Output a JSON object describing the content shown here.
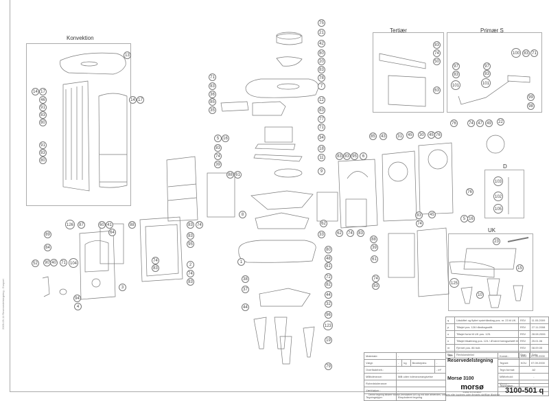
{
  "sections": {
    "konvektion": "Konvektion",
    "tertiaer": "Tertiær",
    "primaer_s": "Primær S",
    "d": "D",
    "uk": "UK"
  },
  "balloons": [
    {
      "id": "b13",
      "text": "13"
    },
    {
      "id": "b1417a",
      "text": "14"
    },
    {
      "id": "b17a",
      "text": "17"
    },
    {
      "id": "b46",
      "text": "46"
    },
    {
      "id": "b91a",
      "text": "91"
    },
    {
      "id": "b83a",
      "text": "83"
    },
    {
      "id": "b80a",
      "text": "80"
    },
    {
      "id": "b1417b",
      "text": "14"
    },
    {
      "id": "b17b",
      "text": "17"
    },
    {
      "id": "b91b",
      "text": "91"
    },
    {
      "id": "b83b",
      "text": "83"
    },
    {
      "id": "b80b",
      "text": "80"
    },
    {
      "id": "b75",
      "text": "75"
    },
    {
      "id": "b21",
      "text": "21"
    },
    {
      "id": "b42",
      "text": "42"
    },
    {
      "id": "b80c",
      "text": "80"
    },
    {
      "id": "b20",
      "text": "20"
    },
    {
      "id": "b83c",
      "text": "83"
    },
    {
      "id": "b78",
      "text": "78"
    },
    {
      "id": "b7",
      "text": "7"
    },
    {
      "id": "b12",
      "text": "12"
    },
    {
      "id": "b83d",
      "text": "83"
    },
    {
      "id": "b77",
      "text": "77"
    },
    {
      "id": "b71a",
      "text": "71"
    },
    {
      "id": "b34",
      "text": "34"
    },
    {
      "id": "b18",
      "text": "18"
    },
    {
      "id": "b11",
      "text": "11"
    },
    {
      "id": "b71b",
      "text": "71"
    },
    {
      "id": "b83e",
      "text": "83"
    },
    {
      "id": "b36",
      "text": "36"
    },
    {
      "id": "b85a",
      "text": "85"
    },
    {
      "id": "b35",
      "text": "35"
    },
    {
      "id": "b5a",
      "text": "5"
    },
    {
      "id": "b16a",
      "text": "16"
    },
    {
      "id": "b83f",
      "text": "83"
    },
    {
      "id": "b74a",
      "text": "74"
    },
    {
      "id": "b39a",
      "text": "39"
    },
    {
      "id": "b88a",
      "text": "88"
    },
    {
      "id": "b61a",
      "text": "61"
    },
    {
      "id": "b9",
      "text": "9"
    },
    {
      "id": "b8",
      "text": "8"
    },
    {
      "id": "b33",
      "text": "33"
    },
    {
      "id": "b62a",
      "text": "62"
    },
    {
      "id": "b83g",
      "text": "83"
    },
    {
      "id": "b74b",
      "text": "74"
    },
    {
      "id": "b83h",
      "text": "83"
    },
    {
      "id": "b95a",
      "text": "95"
    },
    {
      "id": "b2",
      "text": "2"
    },
    {
      "id": "b74c",
      "text": "74"
    },
    {
      "id": "b83i",
      "text": "83"
    },
    {
      "id": "b74d",
      "text": "74"
    },
    {
      "id": "b83j",
      "text": "83"
    },
    {
      "id": "b126",
      "text": "126"
    },
    {
      "id": "b87",
      "text": "87"
    },
    {
      "id": "b60",
      "text": "60"
    },
    {
      "id": "b41",
      "text": "41"
    },
    {
      "id": "b64",
      "text": "64"
    },
    {
      "id": "b88b",
      "text": "88"
    },
    {
      "id": "b89",
      "text": "89"
    },
    {
      "id": "b84",
      "text": "84"
    },
    {
      "id": "b52",
      "text": "52"
    },
    {
      "id": "b90",
      "text": "90"
    },
    {
      "id": "b40",
      "text": "40"
    },
    {
      "id": "b71c",
      "text": "71"
    },
    {
      "id": "b104",
      "text": "104"
    },
    {
      "id": "b3",
      "text": "3"
    },
    {
      "id": "b94",
      "text": "94"
    },
    {
      "id": "b4",
      "text": "4"
    },
    {
      "id": "b1",
      "text": "1"
    },
    {
      "id": "b80d",
      "text": "80"
    },
    {
      "id": "b48",
      "text": "48"
    },
    {
      "id": "b81",
      "text": "81"
    },
    {
      "id": "b38",
      "text": "38"
    },
    {
      "id": "b72",
      "text": "72"
    },
    {
      "id": "b82",
      "text": "82"
    },
    {
      "id": "b37",
      "text": "37"
    },
    {
      "id": "b44a",
      "text": "44"
    },
    {
      "id": "b44b",
      "text": "44"
    },
    {
      "id": "b32",
      "text": "32"
    },
    {
      "id": "b96",
      "text": "96"
    },
    {
      "id": "b123",
      "text": "123"
    },
    {
      "id": "b19",
      "text": "19"
    },
    {
      "id": "b79",
      "text": "79"
    },
    {
      "id": "b83k",
      "text": "83"
    },
    {
      "id": "b83l",
      "text": "83"
    },
    {
      "id": "b95b",
      "text": "95"
    },
    {
      "id": "b6",
      "text": "6"
    },
    {
      "id": "b85b",
      "text": "85"
    },
    {
      "id": "b43",
      "text": "43"
    },
    {
      "id": "b31",
      "text": "31"
    },
    {
      "id": "b45a",
      "text": "45"
    },
    {
      "id": "b30",
      "text": "30"
    },
    {
      "id": "b45b",
      "text": "45"
    },
    {
      "id": "b76a",
      "text": "76"
    },
    {
      "id": "b62b",
      "text": "62"
    },
    {
      "id": "b74e",
      "text": "74"
    },
    {
      "id": "b83m",
      "text": "83"
    },
    {
      "id": "b88c",
      "text": "88"
    },
    {
      "id": "b45c",
      "text": "45"
    },
    {
      "id": "b83n",
      "text": "83"
    },
    {
      "id": "b74f",
      "text": "74"
    },
    {
      "id": "b39b",
      "text": "39"
    },
    {
      "id": "b61b",
      "text": "61"
    },
    {
      "id": "b74g",
      "text": "74"
    },
    {
      "id": "b83o",
      "text": "83"
    },
    {
      "id": "b5b",
      "text": "5"
    },
    {
      "id": "b16b",
      "text": "16"
    },
    {
      "id": "b76b",
      "text": "76"
    },
    {
      "id": "b74h",
      "text": "74"
    },
    {
      "id": "b47",
      "text": "47"
    },
    {
      "id": "b49",
      "text": "49"
    },
    {
      "id": "b22",
      "text": "22"
    },
    {
      "id": "b76c",
      "text": "76"
    },
    {
      "id": "b103",
      "text": "103"
    },
    {
      "id": "b102",
      "text": "102"
    },
    {
      "id": "b105",
      "text": "105"
    },
    {
      "id": "b23",
      "text": "23"
    },
    {
      "id": "b15",
      "text": "15"
    },
    {
      "id": "b125",
      "text": "125"
    },
    {
      "id": "b10",
      "text": "10"
    },
    {
      "id": "b83p",
      "text": "83"
    },
    {
      "id": "b74i",
      "text": "74"
    },
    {
      "id": "b50",
      "text": "50"
    },
    {
      "id": "b63",
      "text": "63"
    },
    {
      "id": "b100",
      "text": "100"
    },
    {
      "id": "b83q",
      "text": "83"
    },
    {
      "id": "b71d",
      "text": "71"
    },
    {
      "id": "b97a",
      "text": "97"
    },
    {
      "id": "b83r",
      "text": "83"
    },
    {
      "id": "b101a",
      "text": "101"
    },
    {
      "id": "b97b",
      "text": "97"
    },
    {
      "id": "b83s",
      "text": "83"
    },
    {
      "id": "b101b",
      "text": "101"
    },
    {
      "id": "b99",
      "text": "99"
    },
    {
      "id": "b98",
      "text": "98"
    }
  ],
  "revisions": [
    {
      "code": "q",
      "text": "Udskiftet og flyttet rystehåndtag pos. nr. 23 til UK.",
      "sign": "RSV",
      "date": "11.05.2009"
    },
    {
      "code": "p",
      "text": "Tilføjet pos. 126 håndtagsstift.",
      "sign": "RSV",
      "date": "27.11.2008"
    },
    {
      "code": "o",
      "text": "Tilføjet fortol til UK pos. 125.",
      "sign": "RSV",
      "date": "28.08.2006"
    },
    {
      "code": "n",
      "text": "Tilføjet tilsætning pos. 124 / Ændret hængselstift til pennt pos. 10A.",
      "sign": "RSV",
      "date": "25.01.06"
    },
    {
      "code": "m",
      "text": "Fjernet pos. 86 bolt.",
      "sign": "RSV",
      "date": "08.09.05"
    }
  ],
  "rev_header": {
    "code": "Rev.",
    "text": "Revisionstekst",
    "sign": "Sign.:",
    "date": "Dato:"
  },
  "title_block": {
    "materiale_label": "Materiale:",
    "materiale": "-",
    "vaegt_label": "Vægt:",
    "vaegt": "-",
    "vaegt_unit": "kg",
    "bearbejdes_label": "Bearbejdes:",
    "bearbejdes": "-",
    "overflade_label": "Overfladebeh.:",
    "overflade": "-",
    "overflade_unit": "- m²",
    "maal_label": "Måltolerance:",
    "maal": "Mål uden toleranceangivelse",
    "ruhed_label": "Ruhedstolerance:",
    "ruhed": "",
    "vaerktoj_label": "Værktøjsnr.:",
    "vaerktoj": "-",
    "tegningstype_label": "Tegningstype:",
    "tegningstype": "Eksploderet tegning",
    "titel_label": "Titel:",
    "title": "Reservedelstegning",
    "model": "Morsø 3100",
    "logo": "morsø",
    "logo_sub": "kvalitet & innovation",
    "konstr_label": "Konstr.:",
    "konstr_sign": "KOU",
    "konstr_date": "07.09.2000",
    "tegnet_label": "Tegnet:",
    "tegnet_sign": "KOU",
    "tegnet_date": "07.09.2000",
    "format_label": "Tegn.format:",
    "format": "A2",
    "skala_label": "Målforhold:",
    "skala": "-",
    "varenr_label": "Varenr.:",
    "varenr": "-",
    "tegningsnr_label": "Tegningsnr.:",
    "drawing_number": "3100-501 q"
  },
  "footer_note": "Denne tegning tilhører Morsø Jernstøberi A/S og må ikke afhændes, udlånes eller kopieres uden firmaets skriftlige tilladelse",
  "side_text": "2009-05-11 Reservedelstegning - Exsport"
}
